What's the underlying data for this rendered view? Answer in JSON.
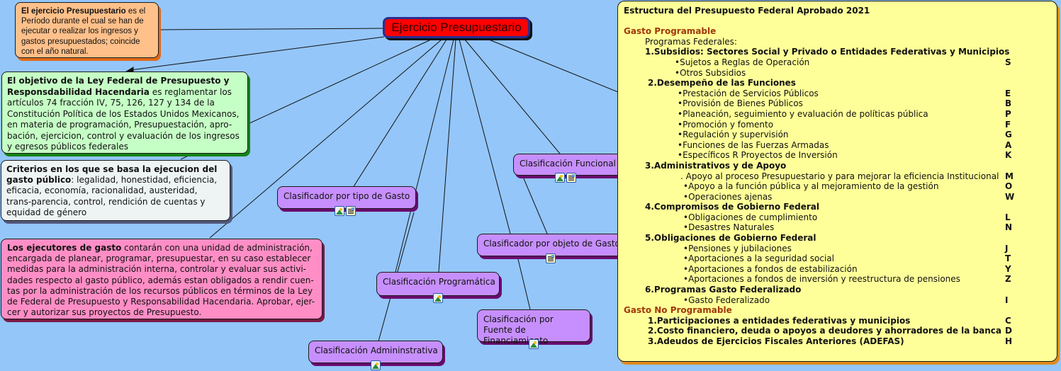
{
  "central": {
    "label": "Ejercicio Presupuestario"
  },
  "notes": {
    "orange": {
      "bold": "El ejercicio Presupuestario",
      "text": " es el Período durante el cual se han de ejecutar o realizar los ingresos y gastos presupuestados; coincide con el año natural."
    },
    "green": {
      "bold": "El objetivo de la Ley Federal de Presupuesto y Responsdabilidad Hacendaria",
      "text": " es reglamentar los artículos 74 fracción IV, 75, 126, 127 y 134 de la Constitución Política de los Estados Unidos Mexicanos, en materia de programación, Presupuestación, apro-bación, ejercicion, control y evaluación de los ingresos y egresos públicos federales"
    },
    "grey": {
      "bold": "Criterios en los que se basa la ejecucion del gasto público",
      "text": ": legalidad, honestidad, eficiencia, eficacia, economía, racionalidad, austeridad, trans-parencia, control, rendición de cuentas y equidad de género"
    },
    "pink": {
      "bold": "Los ejecutores de gasto",
      "text": " contarán con una unidad de administración, encargada de planear, programar, presupuestar, en su caso establecer medidas para la administración interna, controlar y evaluar sus activi-dades respecto al gasto público, además estan obligados a rendir cuen-tas por la administración de los recursos públicos en términos de la Ley de Federal de Presupuesto y Responsabilidad Hacendaria. Aprobar, ejer-cer y autorizar sus proyectos de Presupuesto."
    }
  },
  "topics": {
    "funcional": {
      "label": "Clasificación Funcional",
      "icons": [
        "image-icon",
        "note-icon"
      ]
    },
    "tipo_gasto": {
      "label": "Clasificador por tipo de Gasto",
      "icons": [
        "image-icon",
        "note-icon"
      ]
    },
    "objeto_gasto": {
      "label": "Clasificador por objeto de Gasto",
      "icons": [
        "note-icon"
      ]
    },
    "programatica": {
      "label": "Clasificación Programática",
      "icons": [
        "image-icon"
      ]
    },
    "fuente": {
      "label": "Clasificación por Fuente de Financiamiento",
      "icons": [
        "image-icon"
      ]
    },
    "administrativa": {
      "label": "Clasificación Admininstrativa",
      "icons": [
        "image-icon"
      ]
    }
  },
  "structure": {
    "title": "Estructura del Presupuesto Federal Aprobado 2021",
    "lines": [
      {
        "text": "",
        "code": "",
        "style": "blank",
        "indent": 0
      },
      {
        "text": "Gasto Programable",
        "code": "",
        "style": "red",
        "indent": 0
      },
      {
        "text": "Programas Federales:",
        "code": "",
        "style": "normal",
        "indent": 30
      },
      {
        "text": "1.Subsidios: Sectores Social y Privado o Entidades Federativas y Municipios",
        "code": "",
        "style": "bold",
        "indent": 30
      },
      {
        "text": "•Sujetos a Reglas de Operación",
        "code": "S",
        "style": "normal",
        "indent": 72
      },
      {
        "text": "•Otros Subsidios",
        "code": "",
        "style": "normal",
        "indent": 72
      },
      {
        "text": "2.Desempeño de las Funciones",
        "code": "",
        "style": "bold",
        "indent": 34
      },
      {
        "text": "•Prestación de Servicios Públicos",
        "code": "E",
        "style": "normal",
        "indent": 76
      },
      {
        "text": "•Provisión de Bienes Públicos",
        "code": "B",
        "style": "normal",
        "indent": 76
      },
      {
        "text": "•Planeación, seguimiento y evaluación de políticas pública",
        "code": "P",
        "style": "normal",
        "indent": 76
      },
      {
        "text": "•Promoción y fomento",
        "code": "F",
        "style": "normal",
        "indent": 76
      },
      {
        "text": "•Regulación y supervisión",
        "code": "G",
        "style": "normal",
        "indent": 76
      },
      {
        "text": "•Funciones de las Fuerzas Armadas",
        "code": "A",
        "style": "normal",
        "indent": 76
      },
      {
        "text": "•Específicos R Proyectos de Inversión",
        "code": "K",
        "style": "normal",
        "indent": 76
      },
      {
        "text": "3.Administrativos y de Apoyo",
        "code": "",
        "style": "bold",
        "indent": 30
      },
      {
        "text": ". Apoyo al proceso Presupuestario y para mejorar la eficiencia Institucional",
        "code": "M",
        "style": "normal",
        "indent": 80
      },
      {
        "text": "•Apoyo a la función pública y al mejoramiento de la gestión",
        "code": "O",
        "style": "normal",
        "indent": 84
      },
      {
        "text": "•Operaciones ajenas",
        "code": "W",
        "style": "normal",
        "indent": 84
      },
      {
        "text": "4.Compromisos de Gobierno Federal",
        "code": "",
        "style": "bold",
        "indent": 30
      },
      {
        "text": "•Obligaciones de cumplimiento",
        "code": "L",
        "style": "normal",
        "indent": 84
      },
      {
        "text": "•Desastres Naturales",
        "code": "N",
        "style": "normal",
        "indent": 84
      },
      {
        "text": "5.Obligaciones de Gobierno Federal",
        "code": "",
        "style": "bold",
        "indent": 30
      },
      {
        "text": "•Pensiones y jubilaciones",
        "code": "J",
        "style": "normal",
        "indent": 84
      },
      {
        "text": "•Aportaciones a la seguridad social",
        "code": "T",
        "style": "normal",
        "indent": 84
      },
      {
        "text": "•Aportaciones a fondos de estabilización",
        "code": "Y",
        "style": "normal",
        "indent": 84
      },
      {
        "text": "•Aportaciones a fondos de inversión y reestructura de pensiones",
        "code": "Z",
        "style": "normal",
        "indent": 84
      },
      {
        "text": "6.Programas Gasto Federalizado",
        "code": "",
        "style": "bold",
        "indent": 30
      },
      {
        "text": "•Gasto Federalizado",
        "code": "I",
        "style": "normal",
        "indent": 84
      },
      {
        "text": "Gasto No Programable",
        "code": "",
        "style": "red",
        "indent": 0
      },
      {
        "text": "1.Participaciones a entidades federativas y municipios",
        "code": "C",
        "style": "bold",
        "indent": 34
      },
      {
        "text": "2.Costo financiero, deuda o apoyos a deudores y ahorradores de la banca",
        "code": "D",
        "style": "bold",
        "indent": 34
      },
      {
        "text": "3.Adeudos de Ejercicios Fiscales Anteriores (ADEFAS)",
        "code": "H",
        "style": "bold",
        "indent": 34
      }
    ]
  }
}
